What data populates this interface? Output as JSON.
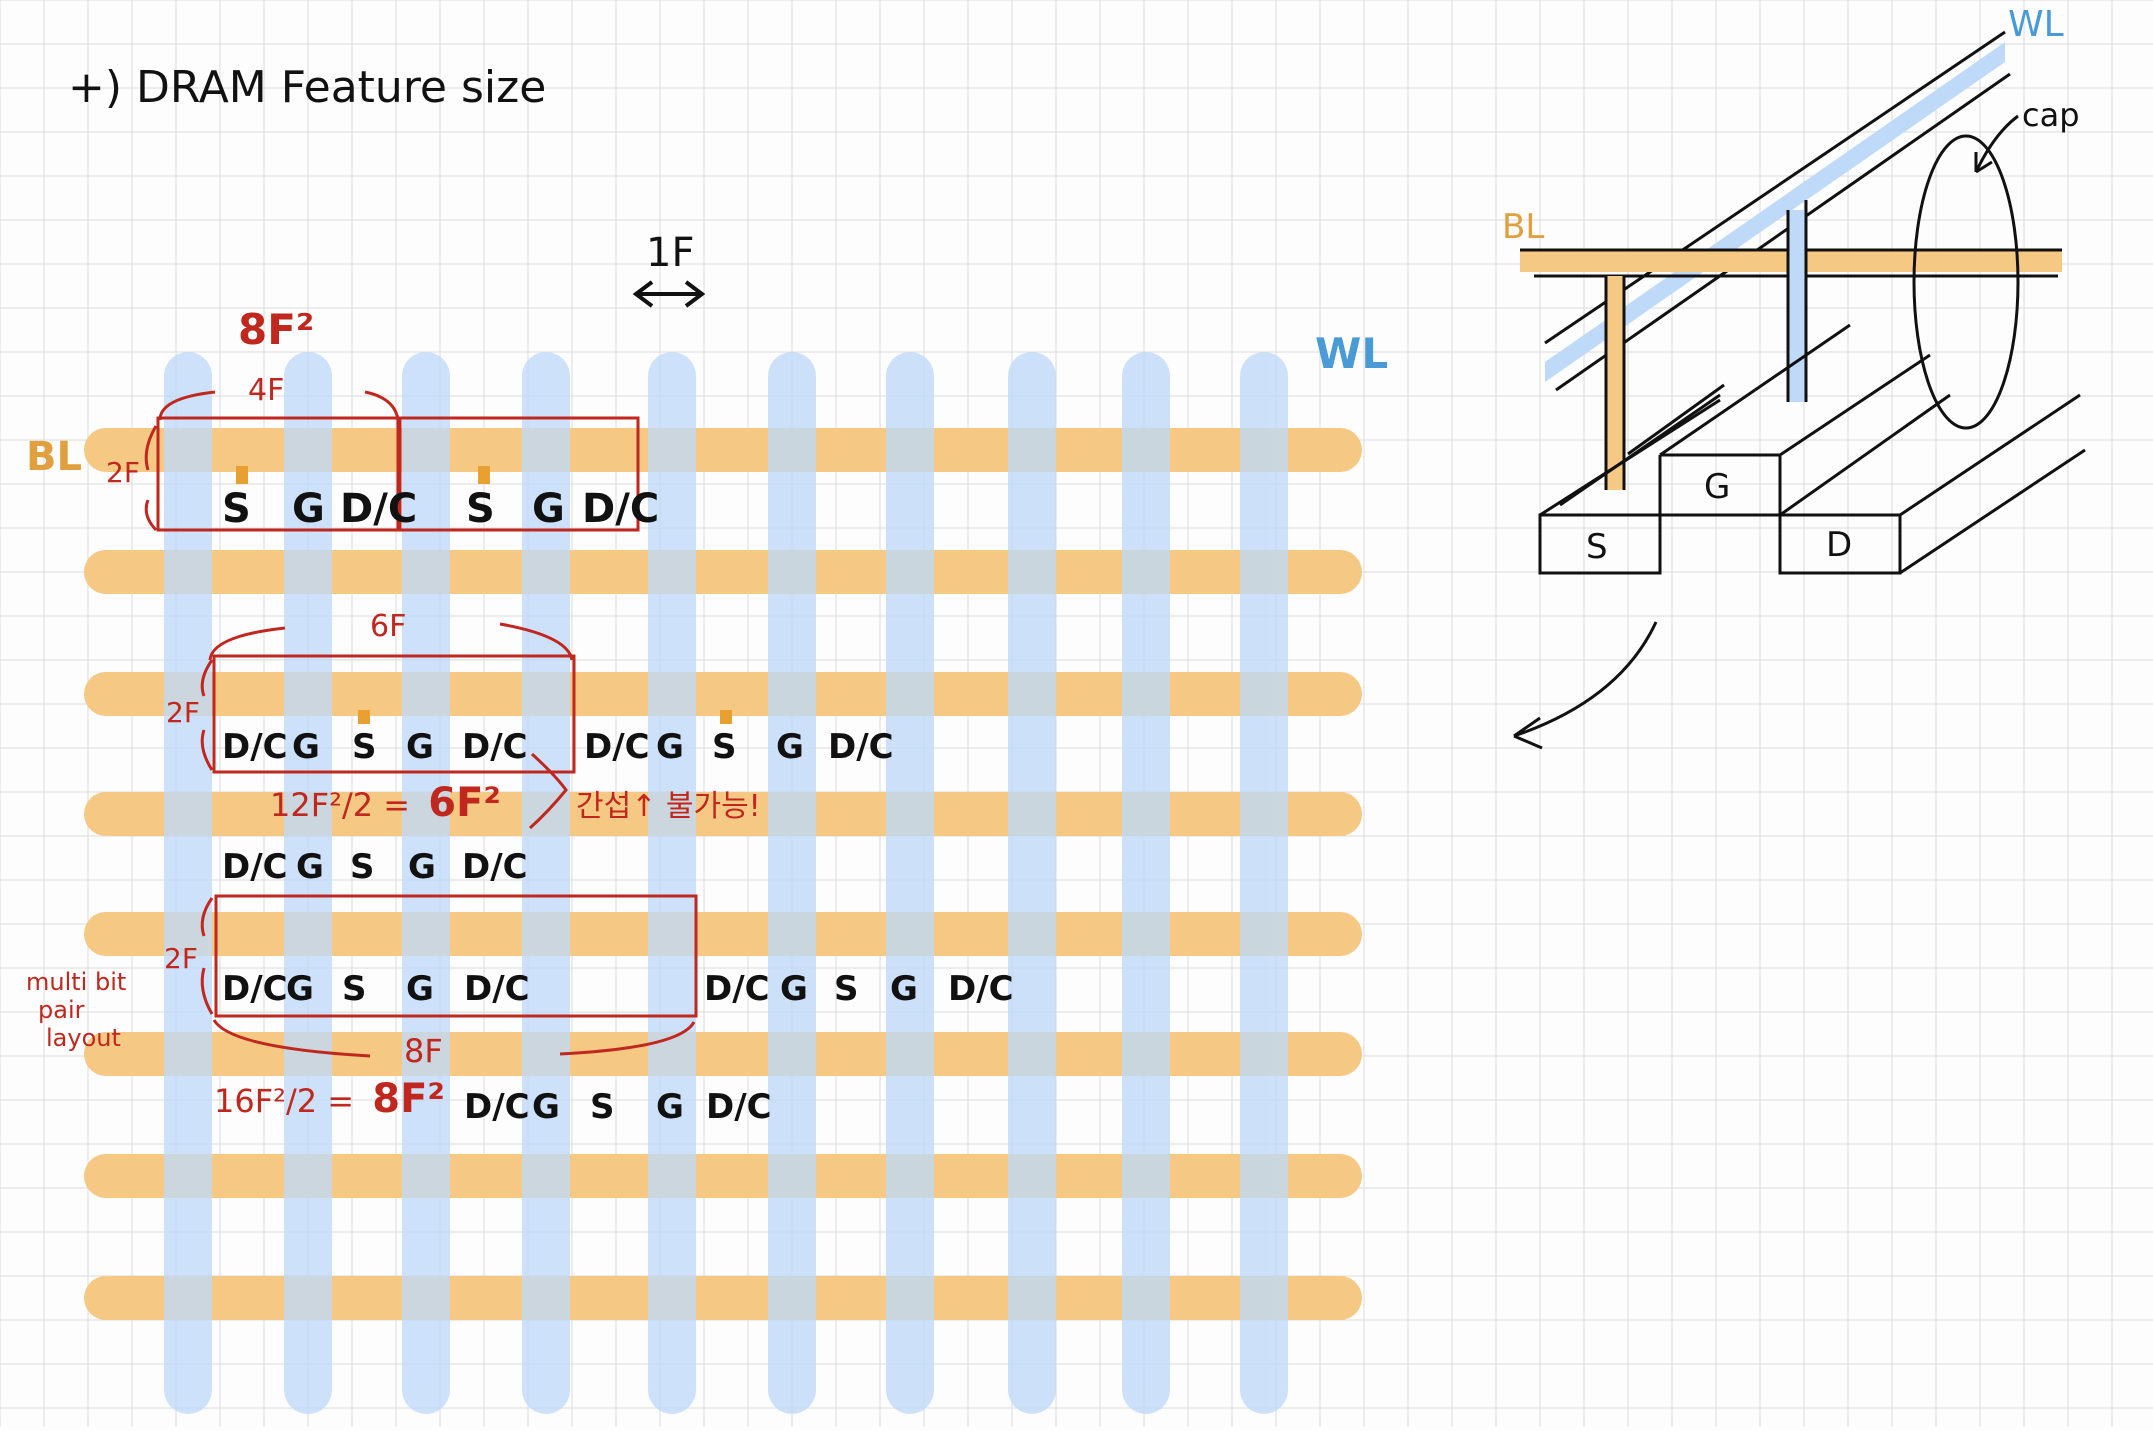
{
  "title": "+) DRAM Feature size",
  "colors": {
    "bitline": "#f5c983",
    "wordline": "#bfdaf8",
    "annotation_red": "#c0281f",
    "wordline_label": "#4a9ad6",
    "bitline_label": "#e0a040",
    "contact": "#e8a030",
    "ink": "#111111",
    "grid": "#dcdcdc"
  },
  "grid_labels": {
    "wl": "WL",
    "bl": "BL",
    "unit_pitch": "1F"
  },
  "layout_8f2": {
    "area": "8F²",
    "width": "4F",
    "height": "2F",
    "cells": [
      [
        "S",
        "G",
        "D/C"
      ],
      [
        "S",
        "G",
        "D/C"
      ]
    ]
  },
  "layout_6f2": {
    "width": "6F",
    "height": "2F",
    "area_formula_lhs": "12F²/2 =",
    "area_formula_rhs": "6F²",
    "note": "간섭↑ 불가능!",
    "rows": [
      [
        "D/C",
        "G",
        "S",
        "G",
        "D/C",
        "D/C",
        "G",
        "S",
        "G",
        "D/C"
      ],
      [
        "D/C",
        "G",
        "S",
        "G",
        "D/C"
      ]
    ]
  },
  "layout_multibit": {
    "label_lines": [
      "multi bit",
      "pair",
      "layout"
    ],
    "height": "2F",
    "width": "8F",
    "area_formula_lhs": "16F²/2 =",
    "area_formula_rhs": "8F²",
    "rows": [
      [
        "D/C",
        "G",
        "S",
        "G",
        "D/C",
        "D/C",
        "G",
        "S",
        "G",
        "D/C"
      ],
      [
        "D/C",
        "G",
        "S",
        "G",
        "D/C"
      ]
    ]
  },
  "transistor_3d": {
    "wl": "WL",
    "bl": "BL",
    "cap": "cap",
    "source": "S",
    "gate": "G",
    "drain": "D"
  }
}
